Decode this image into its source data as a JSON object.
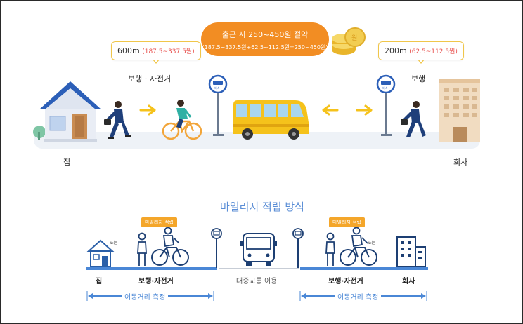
{
  "top": {
    "savings": {
      "headline": "출근 시 250~450원 절약",
      "formula": "(187.5~337.5원+62.5~112.5원=250~450원)"
    },
    "left_callout": {
      "distance": "600m",
      "amount": "(187.5~337.5원)"
    },
    "right_callout": {
      "distance": "200m",
      "amount": "(62.5~112.5원)"
    },
    "left_mode": "보행 · 자전거",
    "right_mode": "보행",
    "home_label": "집",
    "company_label": "회사",
    "bus_sign_text": "버스"
  },
  "bottom": {
    "title": "마일리지 적립 방식",
    "tag_left": "마일리지 적립",
    "tag_right": "마일리지 적립",
    "or_left": "또는",
    "or_right": "또는",
    "home_label": "집",
    "left_mode": "보행·자전거",
    "transit_label": "대중교통 이용",
    "right_mode": "보행·자전거",
    "company_label": "회사",
    "measure_left": "이동거리 측정",
    "measure_right": "이동거리 측정"
  },
  "colors": {
    "accent_orange": "#f28d23",
    "highlight_red": "#e8524f",
    "callout_border": "#f0c64a",
    "arrow_yellow": "#f5c21b",
    "bottom_blue": "#4a87d6",
    "title_blue": "#5b8ed6"
  },
  "icons": [
    "house-icon",
    "person-walking-icon",
    "person-cycling-icon",
    "arrow-right-icon",
    "arrow-left-icon",
    "bus-stop-icon",
    "bus-icon",
    "office-building-icon",
    "coin-stack-icon"
  ]
}
